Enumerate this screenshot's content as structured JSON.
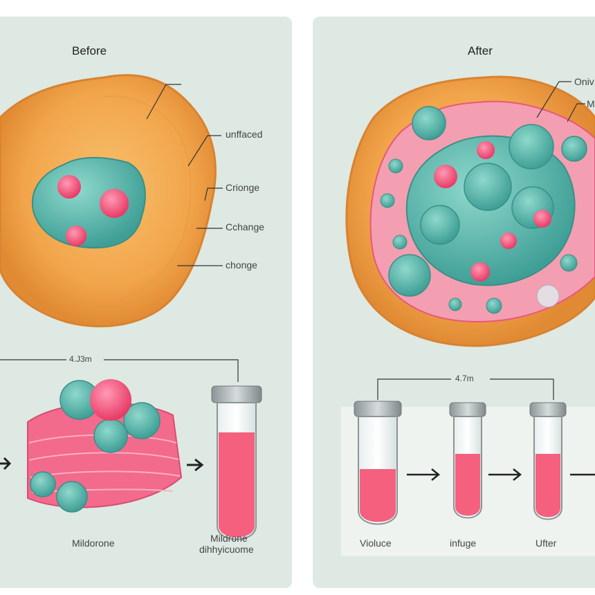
{
  "panels": {
    "before": {
      "title": "Before",
      "callouts": [
        "unffaced",
        "Crionge",
        "Cchange",
        "chonge"
      ],
      "scale_label": "4.J3m",
      "label_left": "Mildorone",
      "label_right_line1": "Mildrone",
      "label_right_line2": "dihhyicuome"
    },
    "after": {
      "title": "After",
      "callouts": [
        "Oniv",
        "M"
      ],
      "scale_label": "4.7m",
      "tube_labels": [
        "Violuce",
        "infuge",
        "Ufter"
      ]
    }
  },
  "colors": {
    "panel_bg": "#dde9e2",
    "cell_orange": "#f2a54a",
    "nucleus_teal": "#5fb8ae",
    "dot_pink": "#f0527a",
    "liquid_pink": "#f4607e"
  }
}
